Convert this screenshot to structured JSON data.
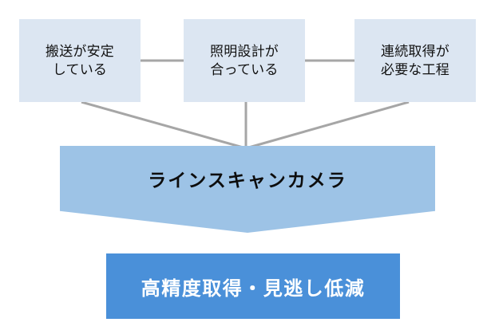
{
  "diagram": {
    "type": "funnel-flow",
    "background_color": "#ffffff",
    "conditions": [
      {
        "id": "transport-stable",
        "line1": "搬送が安定",
        "line2": "している",
        "fill_color": "#dce6f2"
      },
      {
        "id": "lighting-design-matched",
        "line1": "照明設計が",
        "line2": "合っている",
        "fill_color": "#dce6f2"
      },
      {
        "id": "continuous-capture-process",
        "line1": "連続取得が",
        "line2": "必要な工程",
        "fill_color": "#dce6f2"
      }
    ],
    "funnel": {
      "id": "line-scan-camera",
      "label": "ラインスキャンカメラ",
      "fill_color": "#9dc3e6"
    },
    "result": {
      "id": "high-precision-outcome",
      "label": "高精度取得・見逃し低減",
      "fill_color": "#4a90d9",
      "text_color": "#ffffff"
    },
    "connector_color": "#a6a6a6"
  }
}
